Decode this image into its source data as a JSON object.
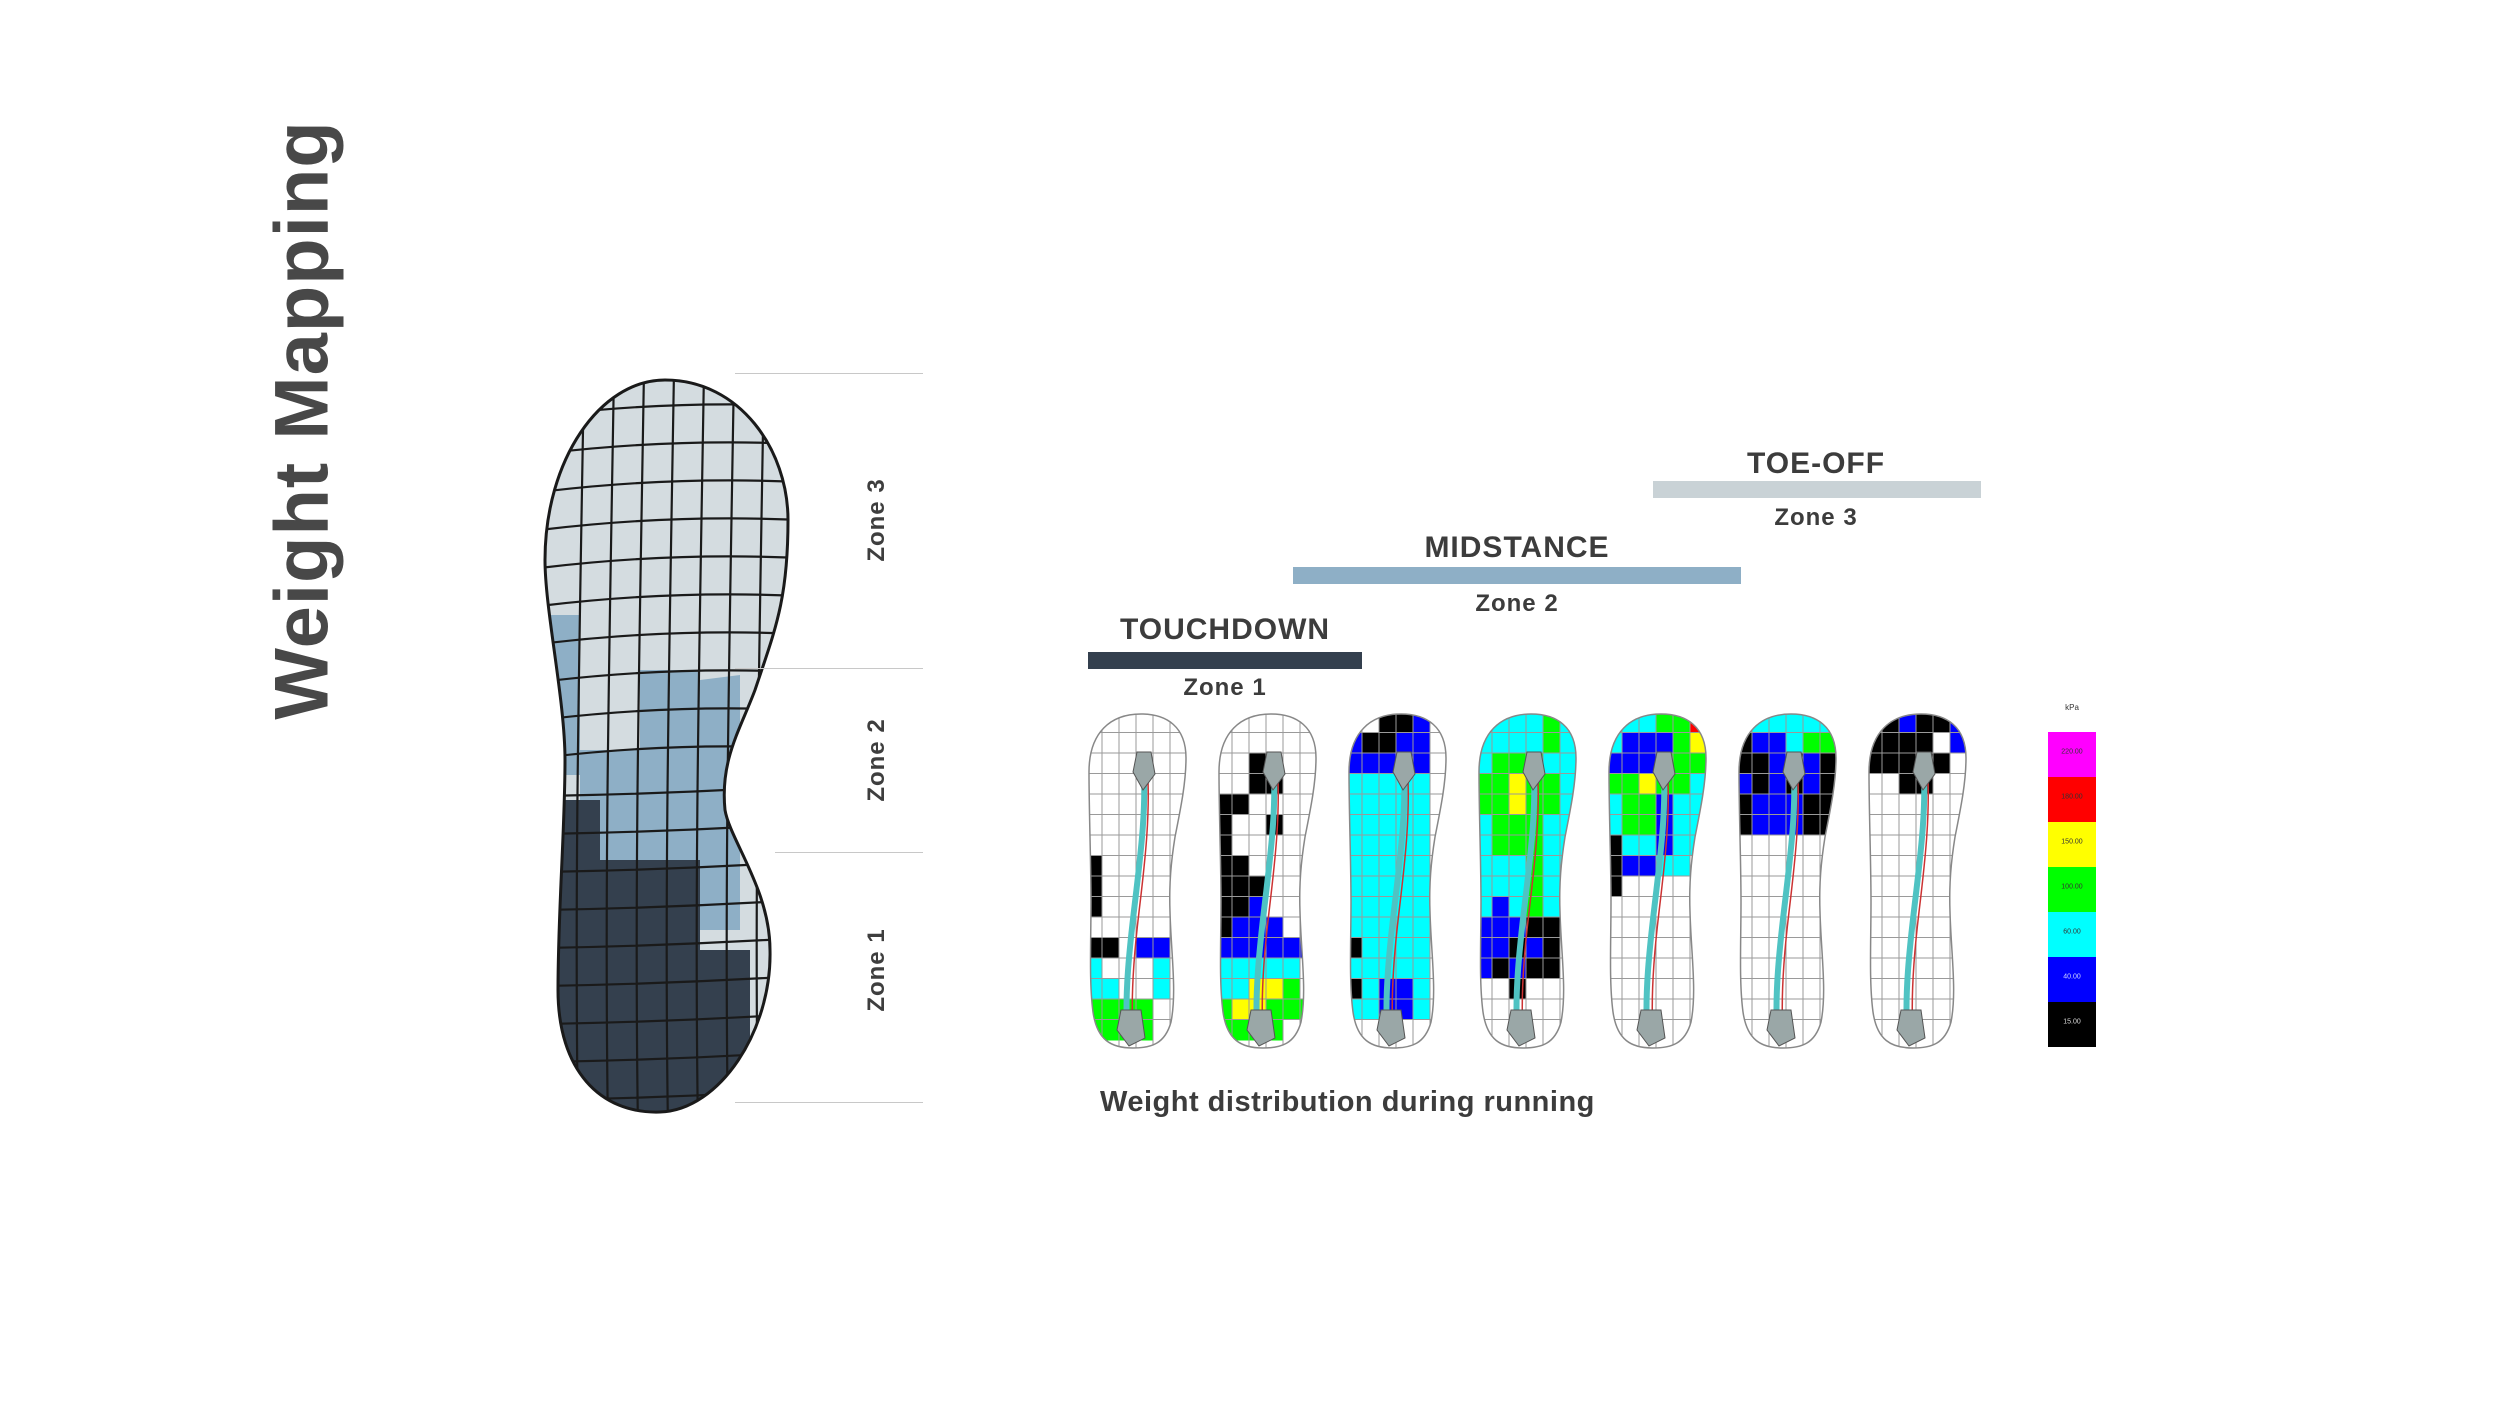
{
  "title": "Weight Mapping",
  "zones_side": [
    "Zone 3",
    "Zone 2",
    "Zone 1"
  ],
  "phases": [
    {
      "label": "TOUCHDOWN",
      "zone": "Zone 1",
      "color": "#34404e"
    },
    {
      "label": "MIDSTANCE",
      "zone": "Zone 2",
      "color": "#8eafc6"
    },
    {
      "label": "TOE-OFF",
      "zone": "Zone 3",
      "color": "#c9d2d6"
    }
  ],
  "foot_zone_colors": {
    "zone1": "#34404e",
    "zone2": "#8eafc6",
    "zone3": "#d4dce0"
  },
  "caption": "Weight distribution during running",
  "legend": {
    "unit": "kPa",
    "levels": [
      {
        "value": "220.00",
        "color": "#ff00ff"
      },
      {
        "value": "180.00",
        "color": "#ff0000"
      },
      {
        "value": "150.00",
        "color": "#ffff00"
      },
      {
        "value": "100.00",
        "color": "#00ff00"
      },
      {
        "value": "60.00",
        "color": "#00ffff"
      },
      {
        "value": "40.00",
        "color": "#0000ff"
      },
      {
        "value": "15.00",
        "color": "#000000"
      }
    ]
  },
  "frame_count": 7
}
